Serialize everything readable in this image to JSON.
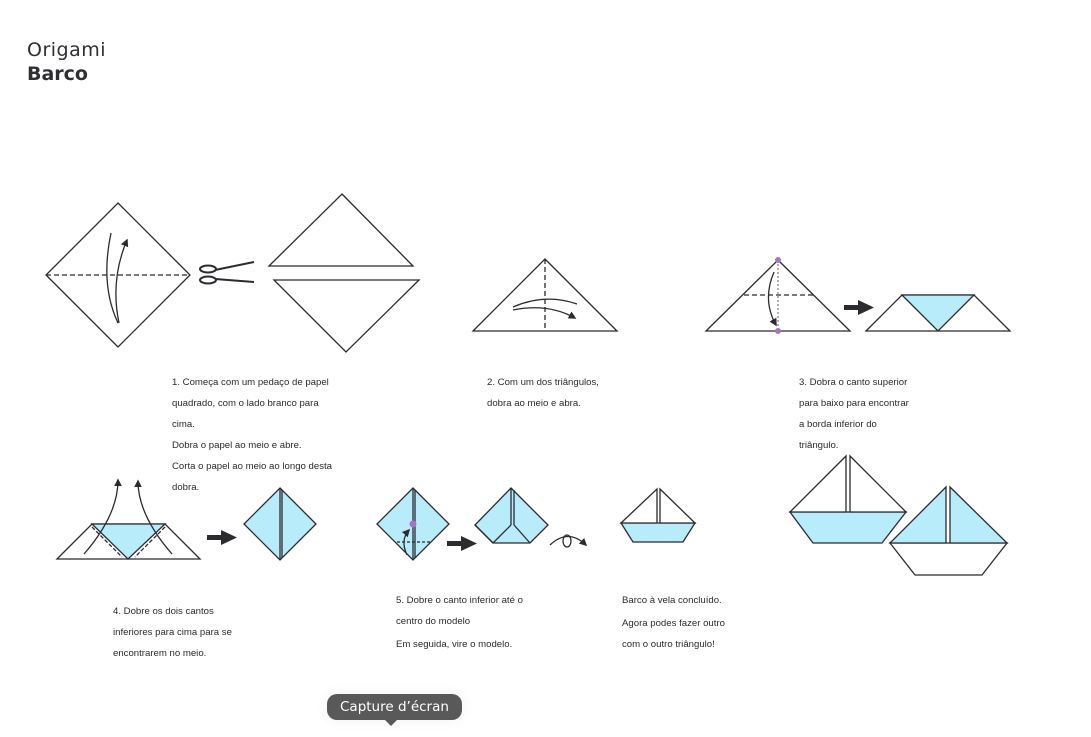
{
  "header": {
    "kicker": "Origami",
    "title": "Barco"
  },
  "colors": {
    "paper_fill": "#b9ecfb",
    "line": "#2b2b30",
    "marker": "#a674c4",
    "tooltip_bg": "#595959"
  },
  "steps": [
    {
      "number": "1",
      "lines": [
        "1. Começa com um pedaço de papel",
        "quadrado, com o lado branco para",
        "cima.",
        "Dobra o papel ao meio e abre.",
        "Corta o papel ao meio ao longo desta",
        "dobra."
      ]
    },
    {
      "number": "2",
      "lines": [
        "2. Com um dos triângulos,",
        "dobra ao meio e abra."
      ]
    },
    {
      "number": "3",
      "lines": [
        "3. Dobra o canto superior",
        "para baixo para encontrar",
        "a borda inferior do",
        "triângulo."
      ]
    },
    {
      "number": "4",
      "lines": [
        "4. Dobre os dois cantos",
        "inferiores para cima para se",
        "encontrarem no meio."
      ]
    },
    {
      "number": "5",
      "lines": [
        "5. Dobre o canto inferior até o",
        "centro do modelo",
        "Em seguida, vire o modelo."
      ]
    },
    {
      "number": "final",
      "lines": [
        "Barco à vela concluído.",
        "Agora podes fazer outro",
        "com o outro triângulo!"
      ]
    }
  ],
  "icons": {
    "scissors": "scissors-icon",
    "next_arrow": "right-arrow-icon",
    "fold_arrow": "curved-arrow-icon",
    "flip": "flip-over-icon"
  },
  "tooltip": {
    "label": "Capture d’écran"
  }
}
